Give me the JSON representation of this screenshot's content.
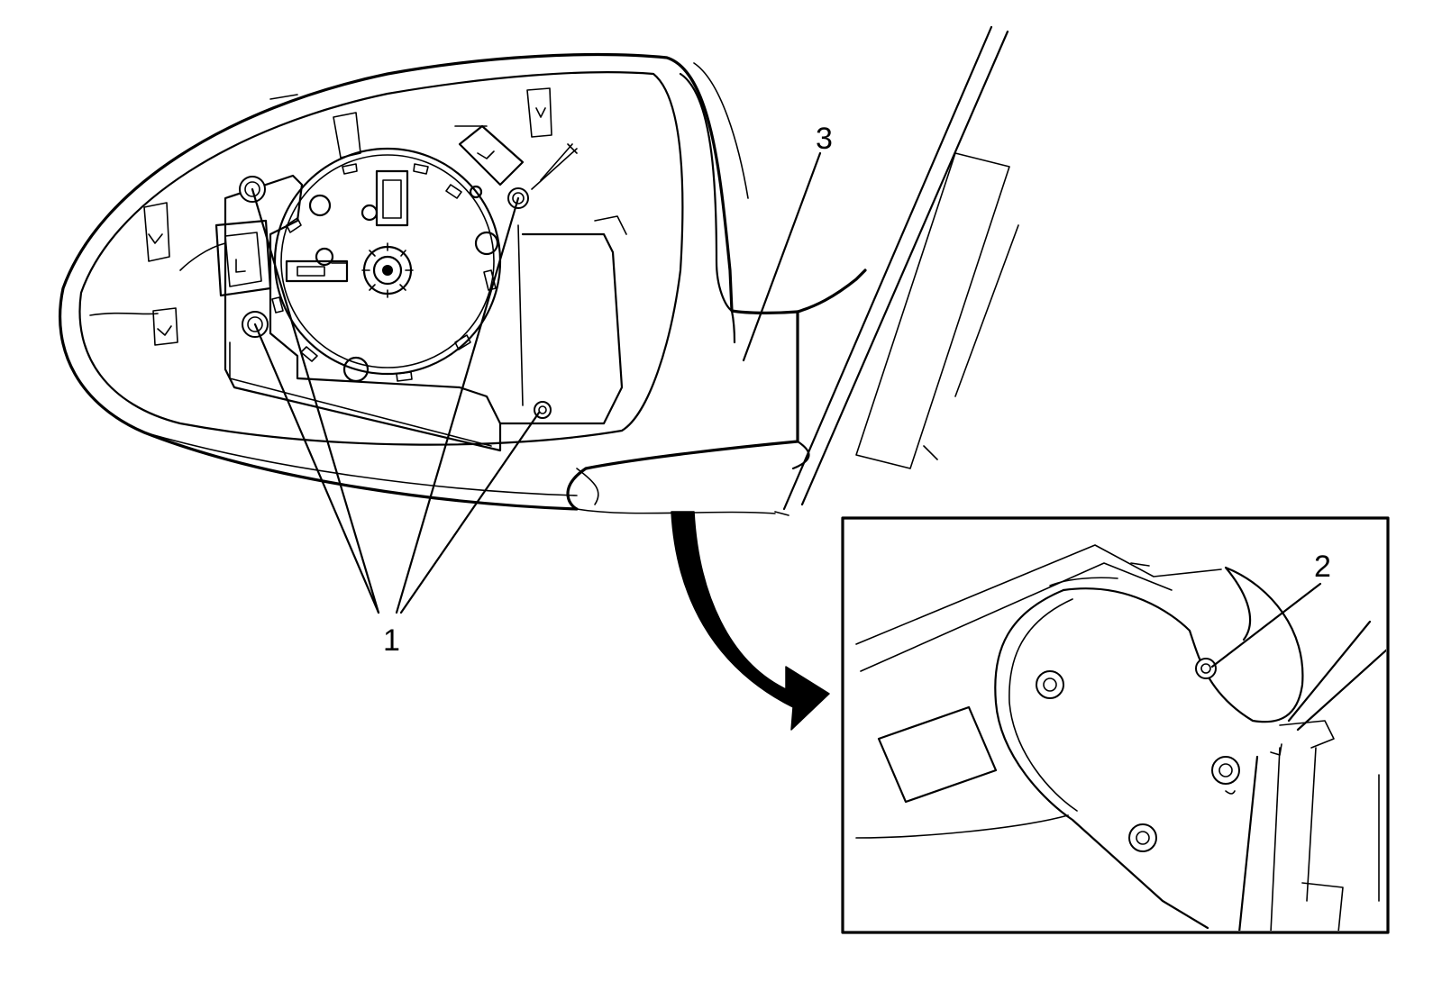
{
  "callouts": {
    "screws_label": "1",
    "inset_screw_label": "2",
    "housing_label": "3"
  },
  "colors": {
    "line": "#000000",
    "background": "#ffffff"
  }
}
